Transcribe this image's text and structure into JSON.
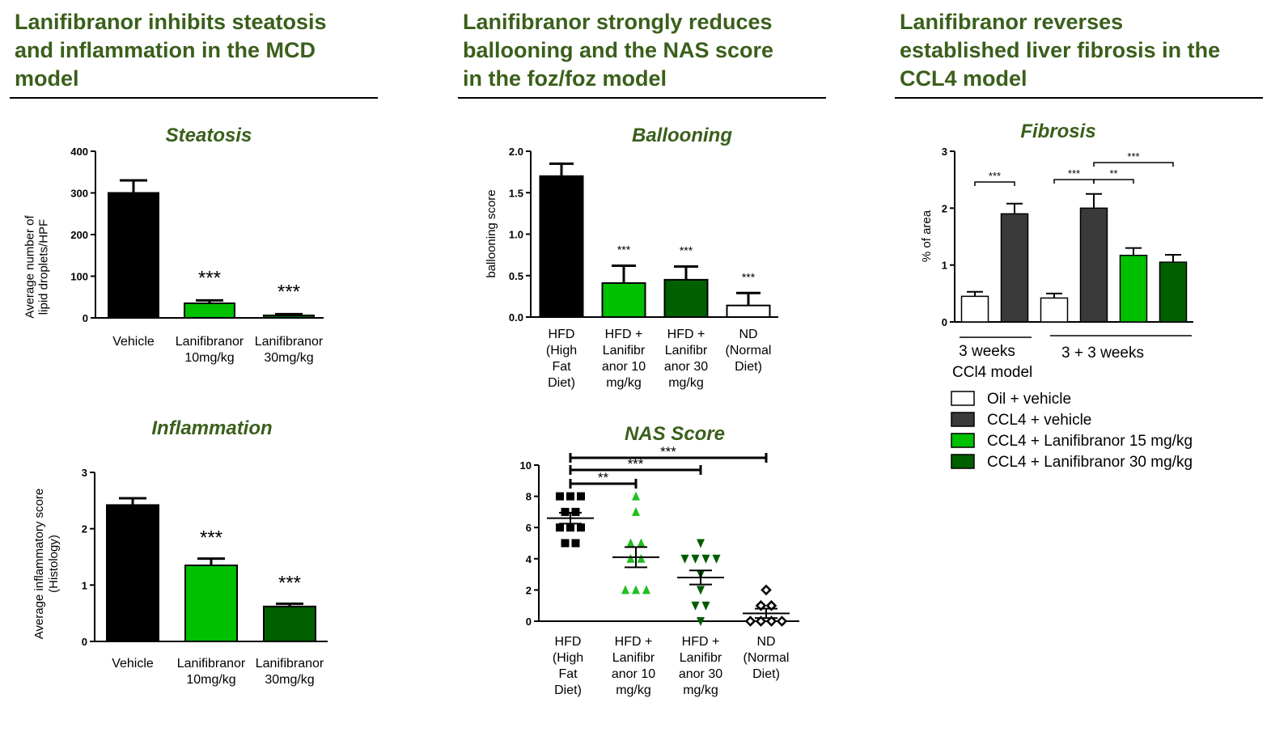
{
  "headings": [
    [
      "Lanifibranor inhibits steatosis",
      "and inflammation in the MCD",
      "model"
    ],
    [
      "Lanifibranor strongly reduces",
      "ballooning and the NAS score",
      "in the foz/foz model"
    ],
    [
      "Lanifibranor reverses",
      "established liver fibrosis in the",
      "CCL4 model"
    ]
  ],
  "colors": {
    "heading": "#3a5f1b",
    "black": "#000000",
    "darkgray": "#3a3a3a",
    "green": "#00c000",
    "darkgreen": "#006000",
    "white": "#ffffff"
  },
  "chart_data": [
    {
      "type": "bar",
      "title": "Steatosis",
      "ylabel": [
        "Average number of",
        "lipid droplets/HPF"
      ],
      "ylim": [
        0,
        400
      ],
      "yticks": [
        "0",
        "100",
        "200",
        "300",
        "400"
      ],
      "categories": [
        [
          "Vehicle"
        ],
        [
          "Lanifibranor",
          "10mg/kg"
        ],
        [
          "Lanifibranor",
          "30mg/kg"
        ]
      ],
      "values": [
        300,
        35,
        6
      ],
      "errors": [
        30,
        7,
        3
      ],
      "colors": [
        "#000000",
        "#00c000",
        "#006000"
      ],
      "significance": [
        "",
        "***",
        "***"
      ]
    },
    {
      "type": "bar",
      "title": "Inflammation",
      "ylabel": [
        "Average inflammatory score",
        "(Histology)"
      ],
      "ylim": [
        0,
        3
      ],
      "yticks": [
        "0",
        "1",
        "2",
        "3"
      ],
      "categories": [
        [
          "Vehicle"
        ],
        [
          "Lanifibranor",
          "10mg/kg"
        ],
        [
          "Lanifibranor",
          "30mg/kg"
        ]
      ],
      "values": [
        2.42,
        1.35,
        0.62
      ],
      "errors": [
        0.12,
        0.12,
        0.05
      ],
      "colors": [
        "#000000",
        "#00c000",
        "#006000"
      ],
      "significance": [
        "",
        "***",
        "***"
      ]
    },
    {
      "type": "bar",
      "title": "Ballooning",
      "ylabel": [
        "ballooning score"
      ],
      "ylim": [
        0,
        2
      ],
      "yticks": [
        "0.0",
        "0.5",
        "1.0",
        "1.5",
        "2.0"
      ],
      "categories": [
        [
          "HFD",
          "(High",
          "Fat",
          "Diet)"
        ],
        [
          "HFD +",
          "Lanifibr",
          "anor 10",
          "mg/kg"
        ],
        [
          "HFD +",
          "Lanifibr",
          "anor 30",
          "mg/kg"
        ],
        [
          "ND",
          "(Normal",
          "Diet)"
        ]
      ],
      "values": [
        1.7,
        0.41,
        0.45,
        0.14
      ],
      "errors": [
        0.15,
        0.21,
        0.16,
        0.15
      ],
      "colors": [
        "#000000",
        "#00c000",
        "#006000",
        "#ffffff"
      ],
      "significance": [
        "",
        "***",
        "***",
        "***"
      ]
    },
    {
      "type": "scatter",
      "title": "NAS Score",
      "ylim": [
        0,
        10
      ],
      "yticks": [
        "0",
        "2",
        "4",
        "6",
        "8",
        "10"
      ],
      "categories": [
        [
          "HFD",
          "(High",
          "Fat",
          "Diet)"
        ],
        [
          "HFD +",
          "Lanifibr",
          "anor 10",
          "mg/kg"
        ],
        [
          "HFD +",
          "Lanifibr",
          "anor 30",
          "mg/kg"
        ],
        [
          "ND",
          "(Normal",
          "Diet)"
        ]
      ],
      "groups": [
        {
          "points": [
            8,
            8,
            8,
            7,
            7,
            6,
            6,
            6,
            5,
            5
          ],
          "mean": 6.6,
          "sem": 0.35,
          "marker": "square",
          "color": "#000000"
        },
        {
          "points": [
            8,
            7,
            5,
            5,
            4,
            4,
            2,
            2,
            2
          ],
          "mean": 4.1,
          "sem": 0.65,
          "marker": "triangle-up",
          "color": "#1fbf1f"
        },
        {
          "points": [
            5,
            4,
            4,
            4,
            4,
            3,
            2,
            1,
            1,
            0
          ],
          "mean": 2.8,
          "sem": 0.45,
          "marker": "triangle-down",
          "color": "#005c00"
        },
        {
          "points": [
            2,
            1,
            1,
            0,
            0,
            0,
            0
          ],
          "mean": 0.5,
          "sem": 0.3,
          "marker": "diamond",
          "color": "#000000"
        }
      ],
      "comparisons": [
        {
          "from": 0,
          "to": 1,
          "label": "**"
        },
        {
          "from": 0,
          "to": 2,
          "label": "***"
        },
        {
          "from": 0,
          "to": 3,
          "label": "***"
        }
      ]
    },
    {
      "type": "bar",
      "title": "Fibrosis",
      "ylabel": [
        "% of area"
      ],
      "ylim": [
        0,
        3
      ],
      "yticks": [
        "0",
        "1",
        "2",
        "3"
      ],
      "values": [
        0.45,
        1.9,
        0.42,
        2.0,
        1.17,
        1.05
      ],
      "errors": [
        0.08,
        0.18,
        0.08,
        0.25,
        0.13,
        0.13
      ],
      "colors": [
        "#ffffff",
        "#3a3a3a",
        "#ffffff",
        "#3a3a3a",
        "#00c000",
        "#006000"
      ],
      "comparisons": [
        {
          "from": 0,
          "to": 1,
          "label": "***"
        },
        {
          "from": 2,
          "to": 3,
          "label": "***"
        },
        {
          "from": 3,
          "to": 4,
          "label": "**"
        },
        {
          "from": 3,
          "to": 5,
          "label": "***"
        }
      ],
      "group_labels": [
        "3 weeks",
        "3 + 3 weeks"
      ],
      "model_label": "CCl4 model",
      "legend": [
        {
          "label": "Oil + vehicle",
          "color": "#ffffff"
        },
        {
          "label": "CCL4 + vehicle",
          "color": "#3a3a3a"
        },
        {
          "label": "CCL4 + Lanifibranor 15 mg/kg",
          "color": "#00c000"
        },
        {
          "label": "CCL4 + Lanifibranor 30 mg/kg",
          "color": "#006000"
        }
      ]
    }
  ]
}
